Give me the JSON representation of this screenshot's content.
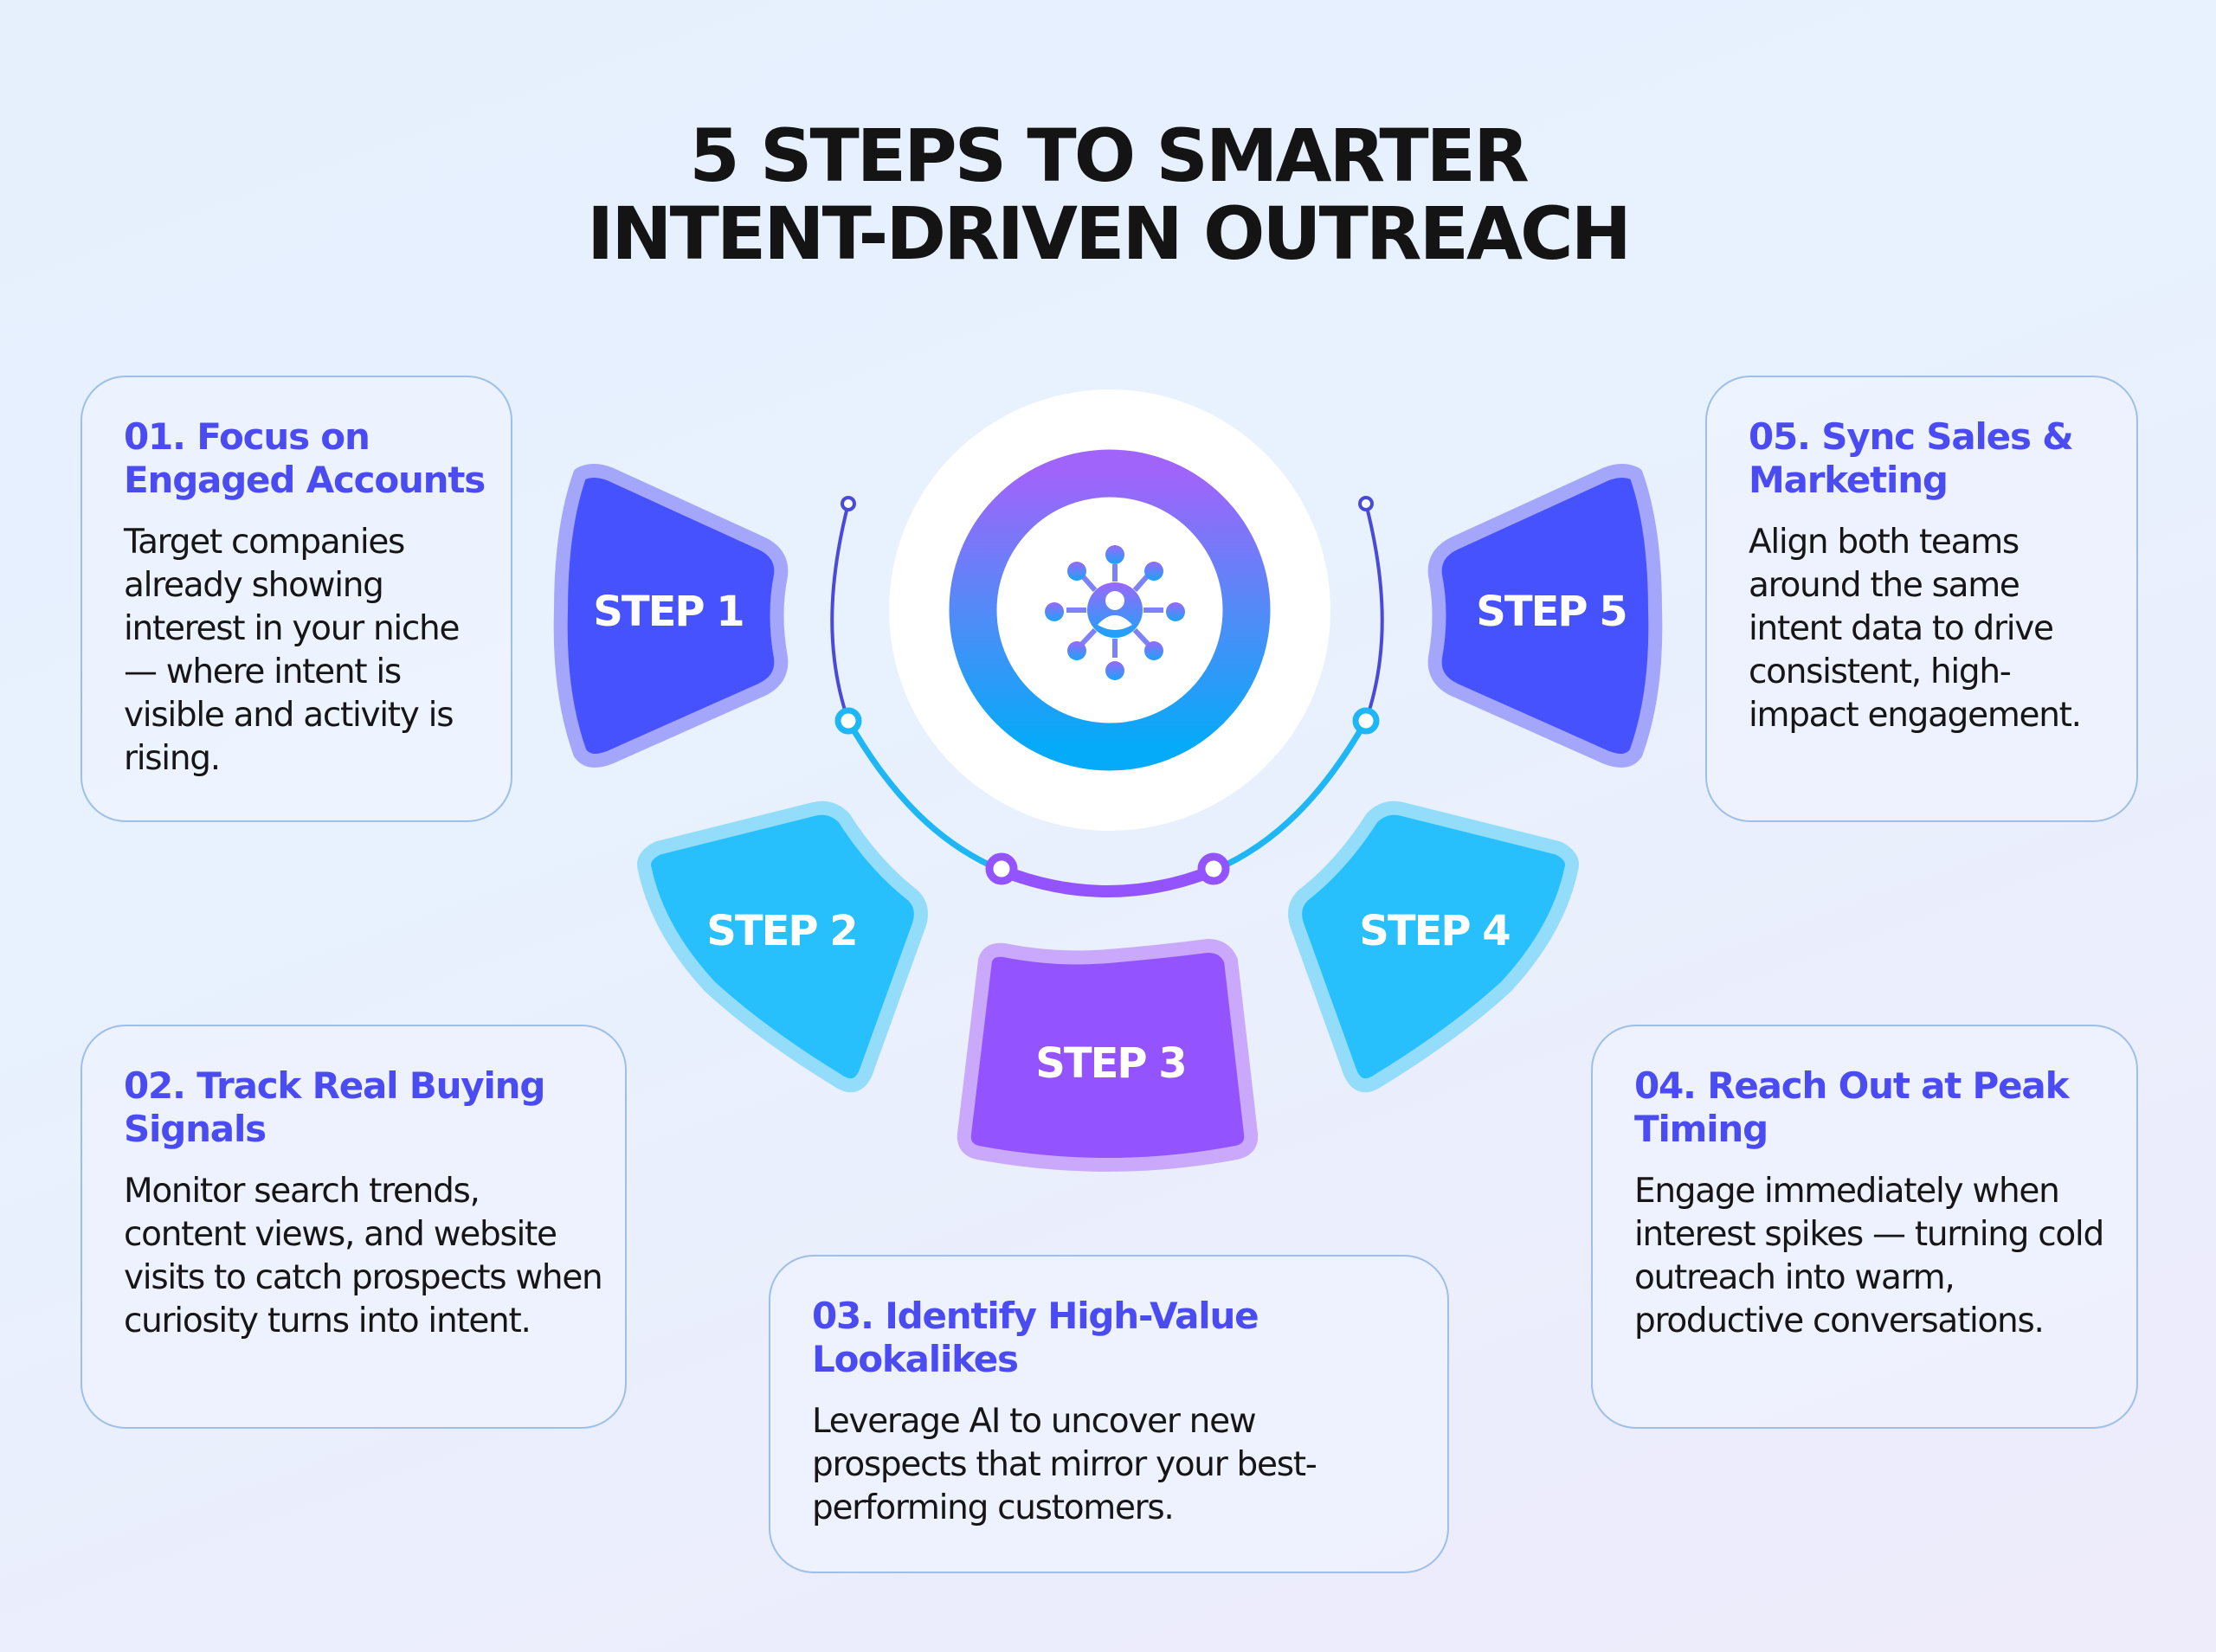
{
  "title": {
    "line1": "5 STEPS TO SMARTER",
    "line2": "INTENT-DRIVEN OUTREACH"
  },
  "center_icon": "network-user-icon",
  "colors": {
    "heading_blue": "#4a4cf2",
    "step_indigo": "#4752ff",
    "step_indigo_border": "#a3a6fb",
    "step_cyan": "#27bffc",
    "step_cyan_border": "#93ddfb",
    "step_purple": "#9354ff",
    "step_purple_border": "#caa8fb",
    "ring_top": "#a064fa",
    "ring_bottom": "#05aaf8",
    "card_border": "#9dbfe8",
    "text": "#161616"
  },
  "steps": [
    {
      "badge": "STEP 1",
      "heading": "01. Focus on Engaged Accounts",
      "description": "Target companies already showing interest in your niche — where intent is visible and activity is rising."
    },
    {
      "badge": "STEP 2",
      "heading": "02. Track Real Buying Signals",
      "description": "Monitor search trends, content views, and website visits to catch prospects when curiosity turns into intent."
    },
    {
      "badge": "STEP 3",
      "heading": "03. Identify High-Value Lookalikes",
      "description": "Leverage AI to uncover new prospects that mirror your best-performing customers."
    },
    {
      "badge": "STEP 4",
      "heading": "04. Reach Out at Peak Timing",
      "description": "Engage immediately when interest spikes — turning cold outreach into warm, productive conversations."
    },
    {
      "badge": "STEP 5",
      "heading": "05. Sync Sales & Marketing",
      "description": "Align both teams around the same intent data to drive consistent, high-impact engagement."
    }
  ]
}
